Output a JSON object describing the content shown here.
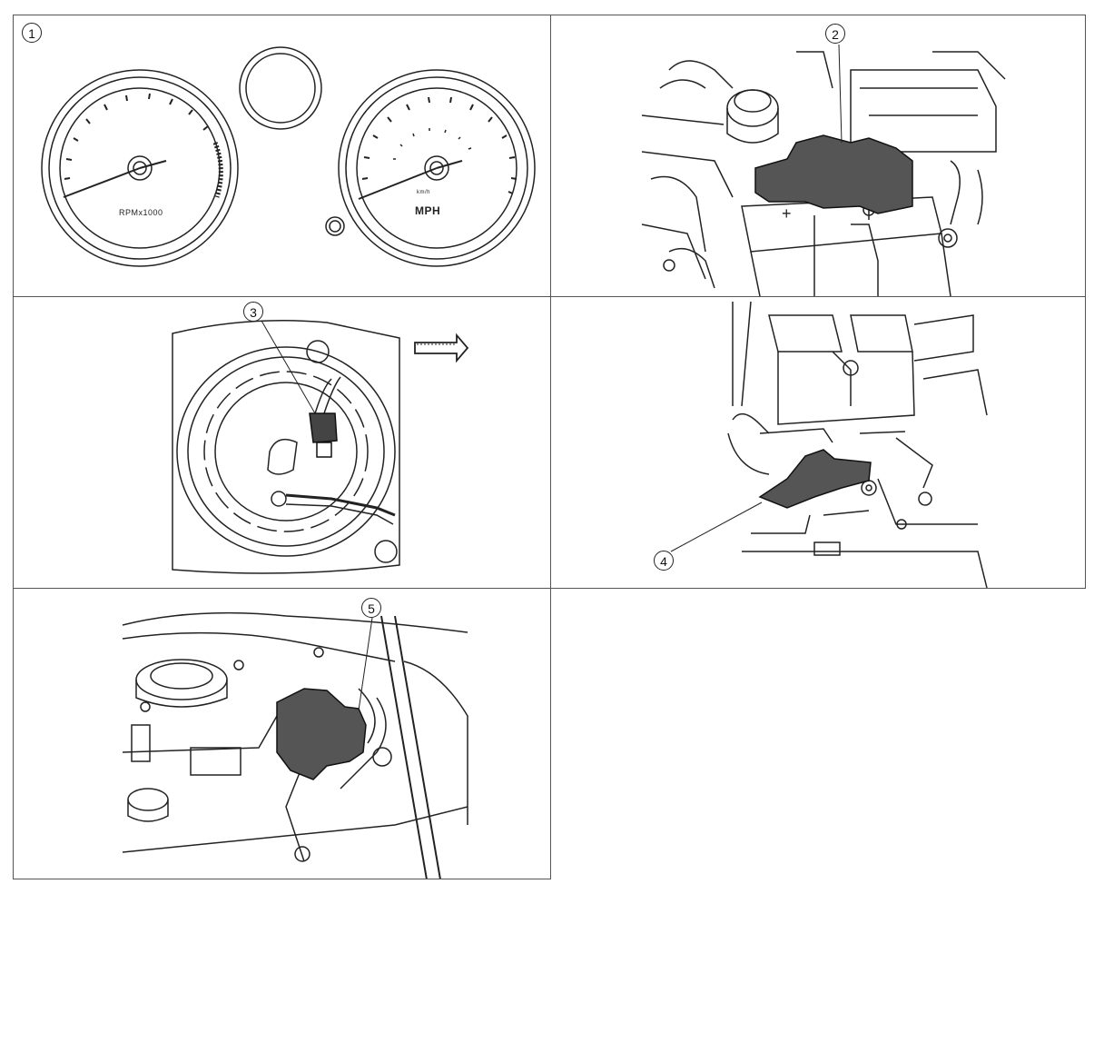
{
  "callouts": {
    "c1": "1",
    "c2": "2",
    "c3": "3",
    "c4": "4",
    "c5": "5"
  },
  "gauges": {
    "tach_label": "RPMx1000",
    "speedo_label": "MPH",
    "speedo_unit": "km/h"
  },
  "battery": {
    "terminal": "+"
  }
}
